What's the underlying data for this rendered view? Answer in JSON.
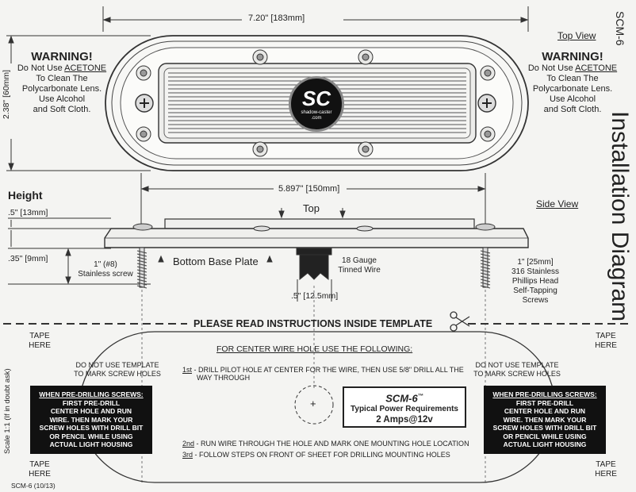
{
  "model_vertical": "SCM-6",
  "title_vertical": "Installation Diagram",
  "top_view_label": "Top View",
  "side_view_label": "Side View",
  "warning": {
    "title": "WARNING!",
    "line1_prefix": "Do Not Use ",
    "line1_emph": "ACETONE",
    "line2": "To Clean The",
    "line3": "Polycarbonate Lens.",
    "line4": "Use Alcohol",
    "line5": "and Soft Cloth."
  },
  "dims": {
    "overall_length": "7.20\" [183mm]",
    "height_top_view": "2.38\" [60mm]",
    "hole_spacing": "5.897\" [150mm]",
    "height_label": "Height",
    "top_height": ".5\" [13mm]",
    "base_height": ".35\" [9mm]",
    "wire_width": ".5\" [12.5mm]"
  },
  "logo": {
    "letters": "SC",
    "brand": "shadow-caster",
    "url": ".com"
  },
  "side": {
    "top_label": "Top",
    "bottom_label": "Bottom Base Plate",
    "wire_label_1": "18 Gauge",
    "wire_label_2": "Tinned Wire",
    "screw_left_1": "1\" (#8)",
    "screw_left_2": "Stainless screw",
    "screw_right_1": "1\" [25mm]",
    "screw_right_2": "316 Stainless",
    "screw_right_3": "Phillips Head",
    "screw_right_4": "Self-Tapping",
    "screw_right_5": "Screws"
  },
  "template": {
    "please_read": "PLEASE READ INSTRUCTIONS INSIDE TEMPLATE",
    "tape_here_1": "TAPE",
    "tape_here_2": "HERE",
    "scale_note": "Scale 1:1 (If in doubt ask)",
    "center_heading": "FOR CENTER WIRE HOLE USE THE FOLLOWING:",
    "step1_num": "1st",
    "step1_text": " -  DRILL PILOT HOLE AT CENTER FOR THE WIRE, THEN USE 5/8\" DRILL ALL THE",
    "step1_text2": "WAY THROUGH",
    "step2_num": "2nd",
    "step2_text": " - RUN WIRE THROUGH THE HOLE AND MARK ONE MOUNTING HOLE LOCATION",
    "step3_num": "3rd",
    "step3_text": " -  FOLLOW STEPS ON FRONT OF SHEET FOR DRILLING MOUNTING HOLES",
    "no_template_1": "DO NOT USE TEMPLATE",
    "no_template_2": "TO MARK SCREW HOLES",
    "predrill_title": "WHEN PRE-DRILLING SCREWS:",
    "predrill_1": "FIRST PRE-DRILL",
    "predrill_2": "CENTER HOLE AND RUN",
    "predrill_3": "WIRE. THEN MARK YOUR",
    "predrill_4": "SCREW HOLES WITH DRILL BIT",
    "predrill_5": "OR PENCIL WHILE USING",
    "predrill_6": "ACTUAL LIGHT HOUSING",
    "center_mark": "+",
    "power_model": "SCM-6",
    "power_tm": "™",
    "power_title": "Typical Power Requirements",
    "power_value": "2 Amps@12v",
    "footer_code": "SCM-6 (10/13)"
  }
}
